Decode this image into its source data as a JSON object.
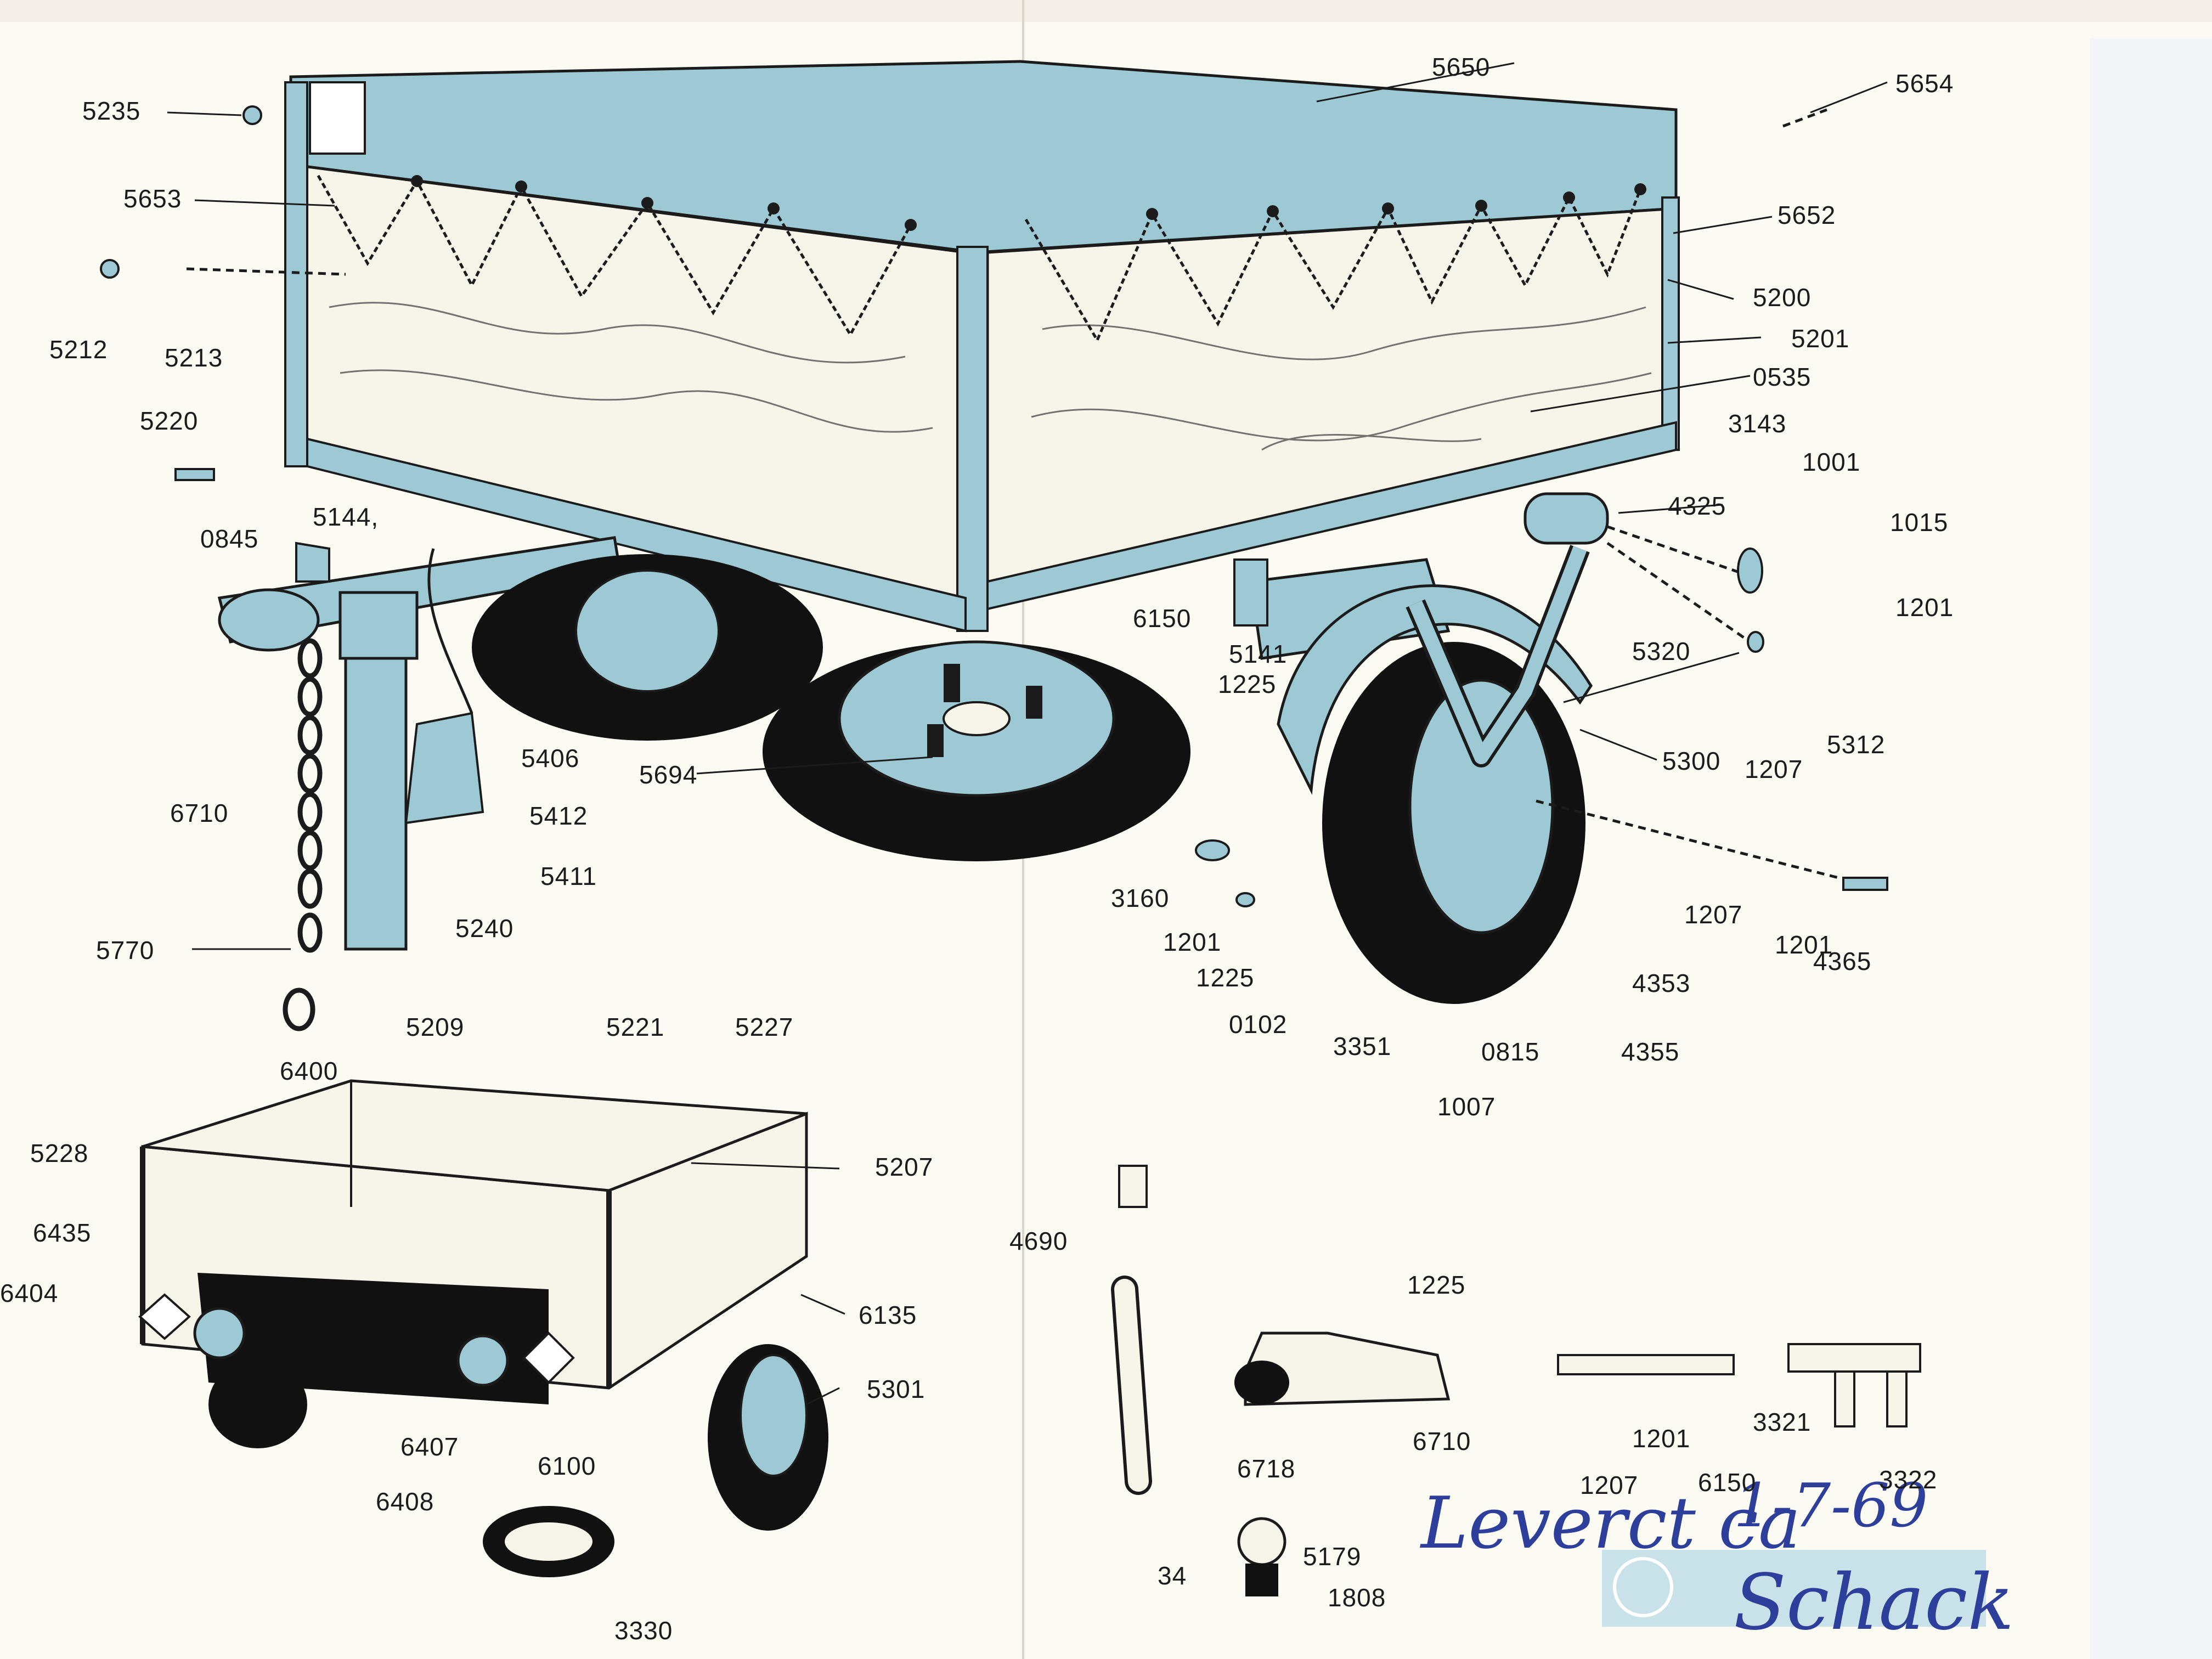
{
  "labels": [
    {
      "id": "p5235",
      "text": "5235"
    },
    {
      "id": "p5653",
      "text": "5653"
    },
    {
      "id": "p5212",
      "text": "5212"
    },
    {
      "id": "p5213",
      "text": "5213"
    },
    {
      "id": "p5220",
      "text": "5220"
    },
    {
      "id": "p0845",
      "text": "0845"
    },
    {
      "id": "p5144",
      "text": "5144,"
    },
    {
      "id": "p6710a",
      "text": "6710"
    },
    {
      "id": "p5406",
      "text": "5406"
    },
    {
      "id": "p5412",
      "text": "5412"
    },
    {
      "id": "p5411",
      "text": "5411"
    },
    {
      "id": "p5240",
      "text": "5240"
    },
    {
      "id": "p5770",
      "text": "5770"
    },
    {
      "id": "p5694",
      "text": "5694"
    },
    {
      "id": "p5650",
      "text": "5650"
    },
    {
      "id": "p5654",
      "text": "5654"
    },
    {
      "id": "p5652",
      "text": "5652"
    },
    {
      "id": "p5200",
      "text": "5200"
    },
    {
      "id": "p5201",
      "text": "5201"
    },
    {
      "id": "p0535",
      "text": "0535"
    },
    {
      "id": "p3143",
      "text": "3143"
    },
    {
      "id": "p1001",
      "text": "1001"
    },
    {
      "id": "p1015",
      "text": "1015"
    },
    {
      "id": "p4325",
      "text": "4325"
    },
    {
      "id": "p1201a",
      "text": "1201"
    },
    {
      "id": "p5320",
      "text": "5320"
    },
    {
      "id": "p6150a",
      "text": "6150"
    },
    {
      "id": "p5141",
      "text": "5141"
    },
    {
      "id": "p1225a",
      "text": "1225"
    },
    {
      "id": "p5312",
      "text": "5312"
    },
    {
      "id": "p5300",
      "text": "5300"
    },
    {
      "id": "p1207a",
      "text": "1207"
    },
    {
      "id": "p3160",
      "text": "3160"
    },
    {
      "id": "p1201b",
      "text": "1201"
    },
    {
      "id": "p1225b",
      "text": "1225"
    },
    {
      "id": "p0102",
      "text": "0102"
    },
    {
      "id": "p3351",
      "text": "3351"
    },
    {
      "id": "p0815",
      "text": "0815"
    },
    {
      "id": "p4355",
      "text": "4355"
    },
    {
      "id": "p4353",
      "text": "4353"
    },
    {
      "id": "p1207b",
      "text": "1207"
    },
    {
      "id": "p1201c",
      "text": "1201"
    },
    {
      "id": "p4365",
      "text": "4365"
    },
    {
      "id": "p1007",
      "text": "1007"
    },
    {
      "id": "p5209",
      "text": "5209"
    },
    {
      "id": "p5221",
      "text": "5221"
    },
    {
      "id": "p5227",
      "text": "5227"
    },
    {
      "id": "p6400",
      "text": "6400"
    },
    {
      "id": "p5228",
      "text": "5228"
    },
    {
      "id": "p5207",
      "text": "5207"
    },
    {
      "id": "p6435",
      "text": "6435"
    },
    {
      "id": "p6404",
      "text": "6404"
    },
    {
      "id": "p6135",
      "text": "6135"
    },
    {
      "id": "p5301",
      "text": "5301"
    },
    {
      "id": "p6407",
      "text": "6407"
    },
    {
      "id": "p6408",
      "text": "6408"
    },
    {
      "id": "p6100",
      "text": "6100"
    },
    {
      "id": "p3330",
      "text": "3330"
    },
    {
      "id": "p4690",
      "text": "4690"
    },
    {
      "id": "p1225c",
      "text": "1225"
    },
    {
      "id": "p6718",
      "text": "6718"
    },
    {
      "id": "p6710b",
      "text": "6710"
    },
    {
      "id": "p1201d",
      "text": "1201"
    },
    {
      "id": "p3321",
      "text": "3321"
    },
    {
      "id": "p1207c",
      "text": "1207"
    },
    {
      "id": "p6150b",
      "text": "6150"
    },
    {
      "id": "p3322",
      "text": "3322"
    },
    {
      "id": "p34",
      "text": "34"
    },
    {
      "id": "p5179",
      "text": "5179"
    },
    {
      "id": "p1808",
      "text": "1808"
    }
  ],
  "handwriting": {
    "line1": "Leverct ca",
    "date": "1-7-69",
    "signature": "Schack"
  },
  "colors": {
    "trailer_blue": "#9cc9d3",
    "ink": "#1b1b1b",
    "paper": "#fbfaf3",
    "pen": "#2d3f9b"
  }
}
